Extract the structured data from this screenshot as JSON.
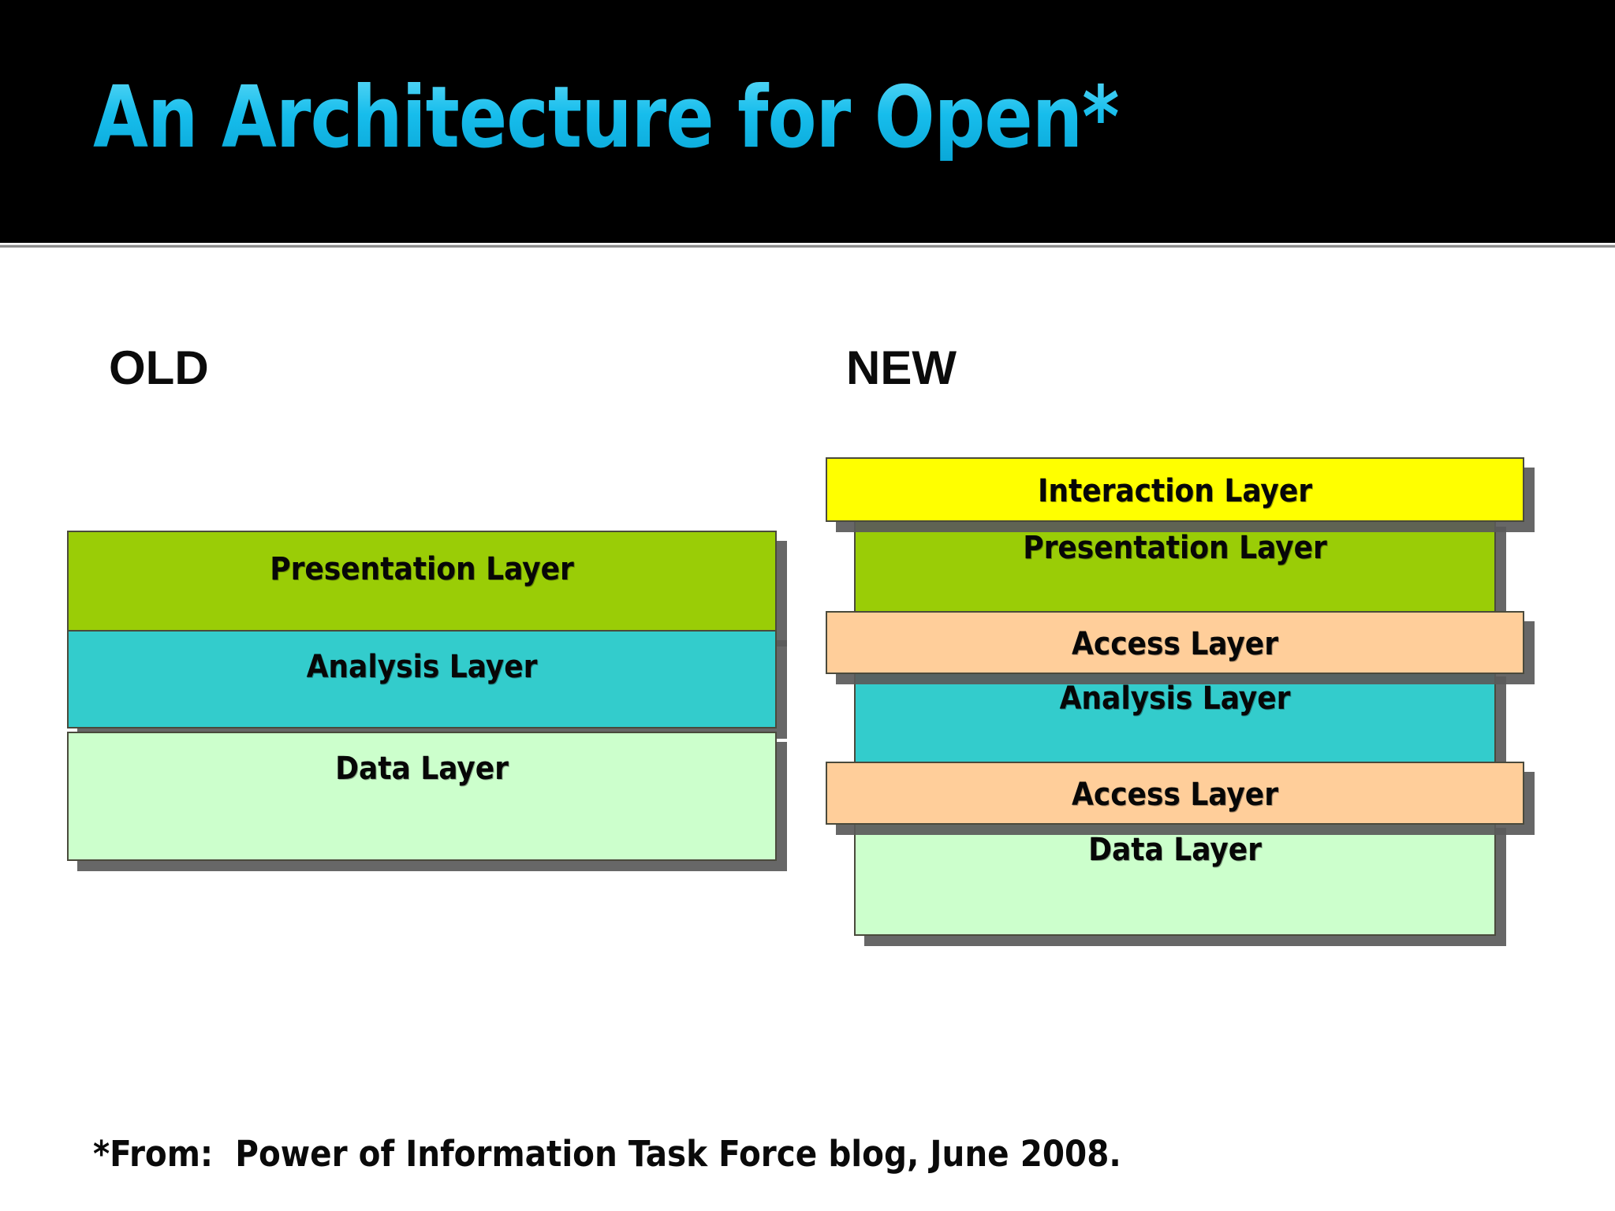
{
  "slide": {
    "title": "An Architecture for Open*",
    "title_color": "#29c5ee",
    "title_band_color": "#000000",
    "background_color": "#ffffff",
    "footnote": "*From:  Power of Information Task Force blog, June 2008."
  },
  "columns": {
    "old": {
      "heading": "OLD",
      "layers": [
        {
          "label": "Presentation Layer",
          "color": "#9ACD06"
        },
        {
          "label": "Analysis Layer",
          "color": "#33CCCC"
        },
        {
          "label": "Data Layer",
          "color": "#CCFFCC"
        }
      ]
    },
    "new": {
      "heading": "NEW",
      "layers": [
        {
          "label": "Interaction Layer",
          "color": "#FFFF00"
        },
        {
          "label": "Presentation Layer",
          "color": "#9ACD06"
        },
        {
          "label": "Access Layer",
          "color": "#FFCE9A"
        },
        {
          "label": "Analysis Layer",
          "color": "#33CCCC"
        },
        {
          "label": "Access Layer",
          "color": "#FFCE9A"
        },
        {
          "label": "Data Layer",
          "color": "#CCFFCC"
        }
      ]
    }
  }
}
